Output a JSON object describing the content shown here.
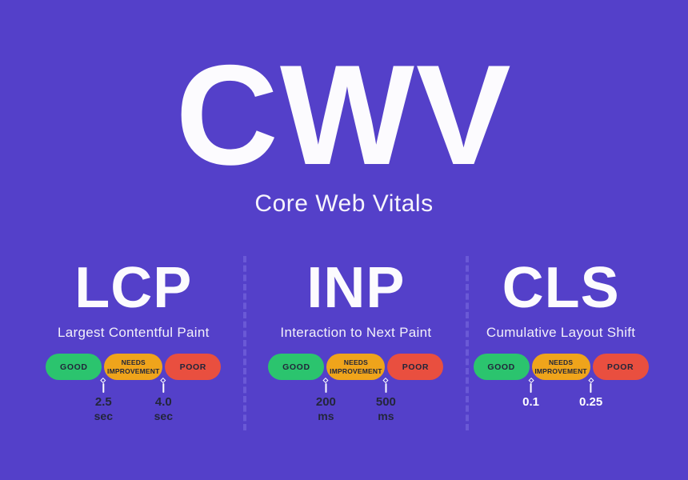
{
  "page": {
    "title": "CWV",
    "subtitle": "Core Web Vitals"
  },
  "colors": {
    "background": "#5440C9",
    "divider": "#6A59D6",
    "good": "#2BC46E",
    "needs_improvement": "#EFA41B",
    "poor": "#E94F3F",
    "pill_text": "#22263A",
    "threshold_text": "#23263B",
    "threshold_text_cls": "#FFFFFF",
    "marker": "#FFFFFF",
    "title_text": "#FCFBFE"
  },
  "rating_labels": {
    "good": "GOOD",
    "needs_improvement_line1": "NEEDS",
    "needs_improvement_line2": "IMPROVEMENT",
    "poor": "POOR"
  },
  "metrics": [
    {
      "abbr": "LCP",
      "name": "Largest Contentful Paint",
      "thresholds": [
        {
          "value": "2.5",
          "unit": "sec"
        },
        {
          "value": "4.0",
          "unit": "sec"
        }
      ]
    },
    {
      "abbr": "INP",
      "name": "Interaction to Next Paint",
      "thresholds": [
        {
          "value": "200",
          "unit": "ms"
        },
        {
          "value": "500",
          "unit": "ms"
        }
      ]
    },
    {
      "abbr": "CLS",
      "name": "Cumulative Layout Shift",
      "thresholds": [
        {
          "value": "0.1",
          "unit": ""
        },
        {
          "value": "0.25",
          "unit": ""
        }
      ]
    }
  ]
}
